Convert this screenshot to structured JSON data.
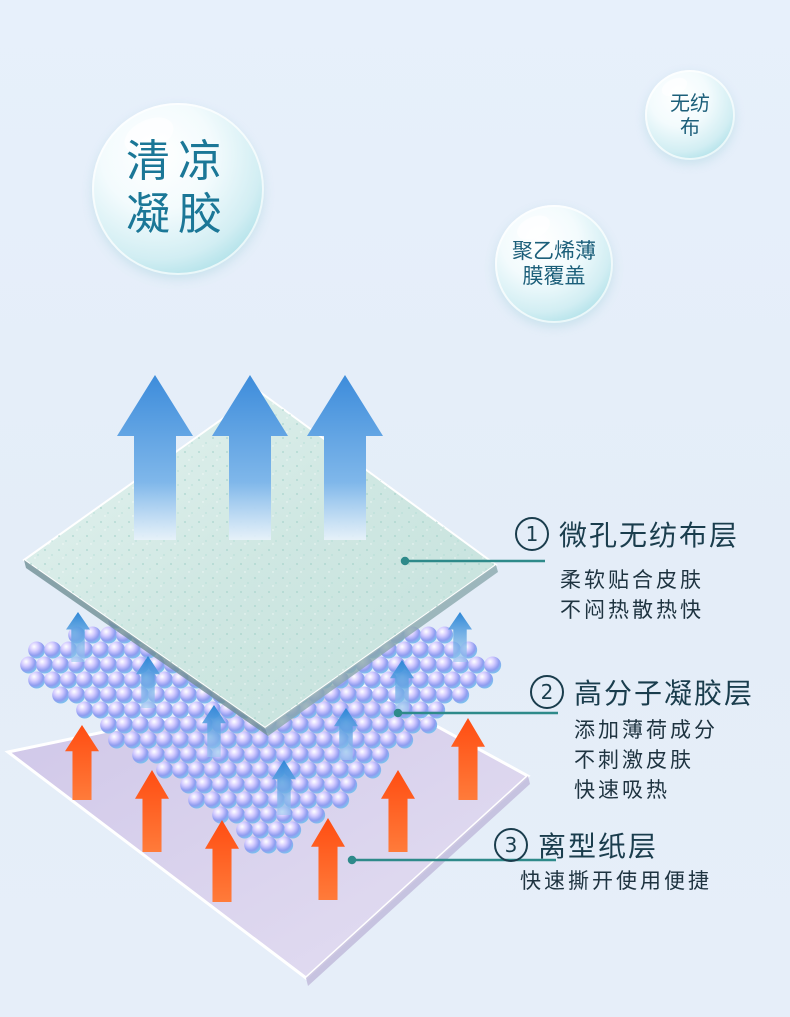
{
  "bubbles": {
    "main": [
      "清凉",
      "凝胶"
    ],
    "nonwoven": [
      "无纺",
      "布"
    ],
    "film": [
      "聚乙烯薄",
      "膜覆盖"
    ]
  },
  "layers": [
    {
      "num": "1",
      "title": "微孔无纺布层",
      "desc": [
        "柔软贴合皮肤",
        "不闷热散热快"
      ]
    },
    {
      "num": "2",
      "title": "高分子凝胶层",
      "desc": [
        "添加薄荷成分",
        "不刺激皮肤",
        "快速吸热"
      ]
    },
    {
      "num": "3",
      "title": "离型纸层",
      "desc": [
        "快速撕开使用便捷"
      ]
    }
  ],
  "colors": {
    "leader_line": "#2e8a8a",
    "blue_arrow": "#3f8fdc",
    "orange_arrow": "#ff5a1a",
    "release_paper": "#d9d1ec",
    "nonwoven_sheet": "#d4ebe6",
    "gel_bead": "#a9a6f0"
  }
}
